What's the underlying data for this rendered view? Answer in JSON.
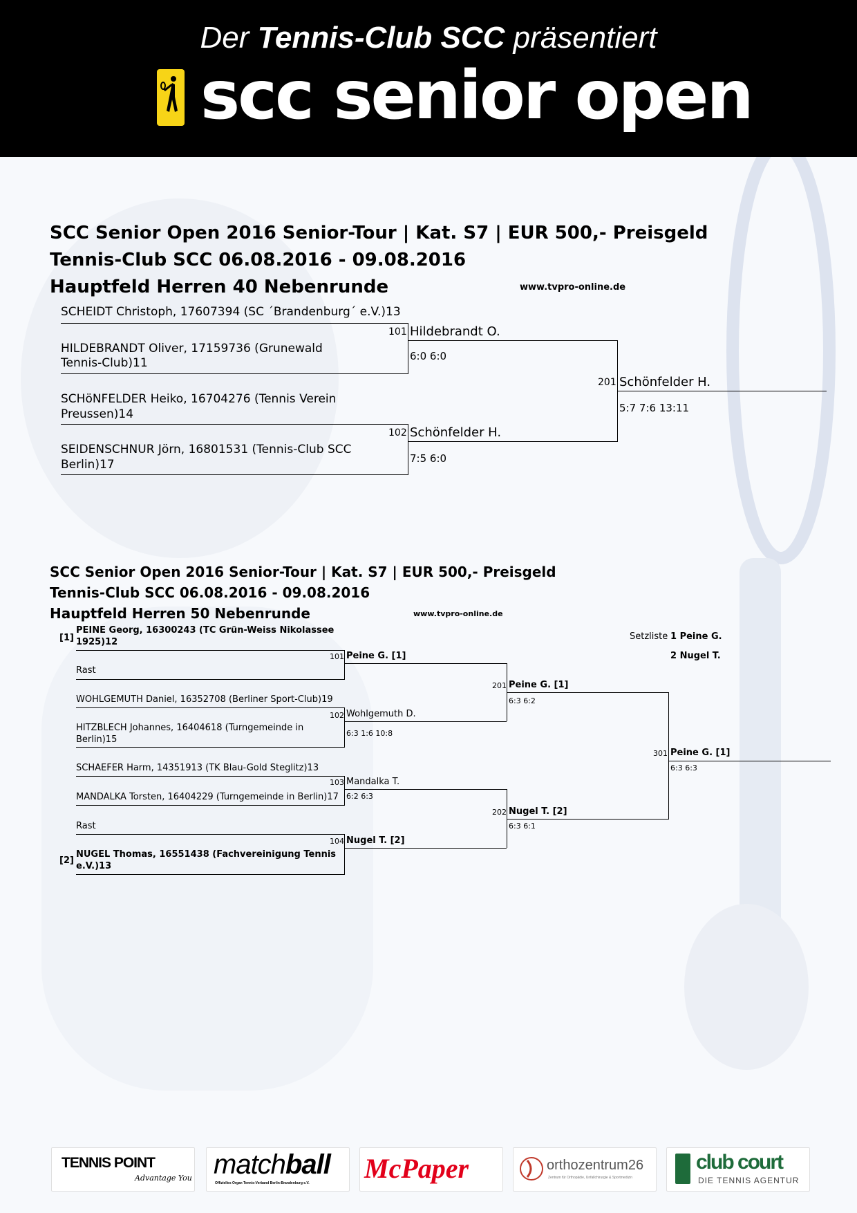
{
  "header": {
    "tagline_pre": "Der",
    "tagline_club": "Tennis-Club SCC",
    "tagline_post": "präsentiert",
    "logo_text": "scc senior open",
    "brand_yellow": "#f7d417"
  },
  "draw1": {
    "title1": "SCC Senior Open 2016 Senior-Tour | Kat. S7 | EUR 500,- Preisgeld",
    "title2": "Tennis-Club SCC 06.08.2016 - 09.08.2016",
    "title3": "Hauptfeld Herren 40 Nebenrunde",
    "url": "www.tvpro-online.de",
    "players": [
      "SCHEIDT Christoph, 17607394 (SC ´Brandenburg´ e.V.)13",
      "HILDEBRANDT Oliver, 17159736 (Grunewald",
      "Tennis-Club)11",
      "SCHöNFELDER Heiko, 16704276 (Tennis Verein",
      "Preussen)14",
      "SEIDENSCHNUR Jörn, 16801531 (Tennis-Club SCC",
      "Berlin)17"
    ],
    "m101": {
      "no": "101",
      "winner": "Hildebrandt O.",
      "score": "6:0 6:0"
    },
    "m102": {
      "no": "102",
      "winner": "Schönfelder H.",
      "score": "7:5 6:0"
    },
    "m201": {
      "no": "201",
      "winner": "Schönfelder H.",
      "score": "5:7 7:6 13:11"
    }
  },
  "draw2": {
    "title1": "SCC Senior Open 2016 Senior-Tour | Kat. S7 | EUR 500,- Preisgeld",
    "title2": "Tennis-Club SCC 06.08.2016 - 09.08.2016",
    "title3": "Hauptfeld Herren 50 Nebenrunde",
    "url": "www.tvpro-online.de",
    "seed1": "[1]",
    "seed2": "[2]",
    "players": [
      "PEINE Georg, 16300243 (TC Grün-Weiss Nikolassee",
      "1925)12",
      "Rast",
      "WOHLGEMUTH Daniel, 16352708 (Berliner Sport-Club)19",
      "HITZBLECH Johannes, 16404618 (Turngemeinde in",
      "Berlin)15",
      "SCHAEFER Harm, 14351913 (TK Blau-Gold Steglitz)13",
      "MANDALKA Torsten, 16404229 (Turngemeinde in Berlin)17",
      "Rast",
      "NUGEL Thomas, 16551438 (Fachvereinigung Tennis",
      "e.V.)13"
    ],
    "m101": {
      "no": "101",
      "winner": "Peine G. [1]"
    },
    "m102": {
      "no": "102",
      "winner": "Wohlgemuth D.",
      "score": "6:3 1:6 10:8"
    },
    "m103": {
      "no": "103",
      "winner": "Mandalka T.",
      "score": "6:2 6:3"
    },
    "m104": {
      "no": "104",
      "winner": "Nugel T. [2]"
    },
    "m201": {
      "no": "201",
      "winner": "Peine G. [1]",
      "score": "6:3 6:2"
    },
    "m202": {
      "no": "202",
      "winner": "Nugel T. [2]",
      "score": "6:3 6:1"
    },
    "m301": {
      "no": "301",
      "winner": "Peine G. [1]",
      "score": "6:3 6:3"
    },
    "seedlist_label": "Setzliste",
    "seedlist": [
      "1 Peine G.",
      "2 Nugel T."
    ]
  },
  "sponsors": {
    "tennispoint": "TENNIS POINT",
    "tennispoint_sub": "Advantage You",
    "matchball_a": "match",
    "matchball_b": "ball",
    "matchball_sub": "Offizielles Organ Tennis-Verband Berlin-Brandenburg e.V.",
    "mcpaper": "McPaper",
    "orthozentrum": "orthozentrum26",
    "orthozentrum_sub": "Zentrum für Orthopädie, Unfallchirurgie & Sportmedizin",
    "clubcourt": "club court",
    "clubcourt_sub": "DIE TENNIS AGENTUR",
    "mcpaper_red": "#e2001a",
    "clubcourt_green": "#1e6b3a"
  }
}
